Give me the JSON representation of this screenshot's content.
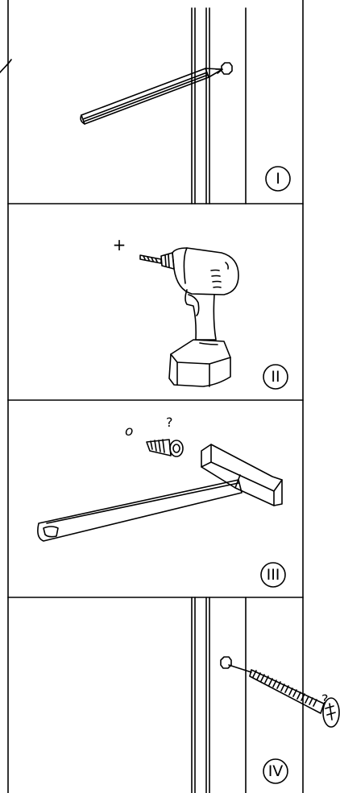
{
  "steps": [
    {
      "number": "I",
      "tool": "pencil"
    },
    {
      "number": "II",
      "tool": "cordless-drill",
      "annotation": "+"
    },
    {
      "number": "III",
      "tool": "hammer",
      "annotation_left": "o",
      "annotation_right": "?"
    },
    {
      "number": "IV",
      "tool": "screw",
      "annotation": "?"
    }
  ],
  "colors": {
    "line": "#000000",
    "background": "#ffffff"
  }
}
